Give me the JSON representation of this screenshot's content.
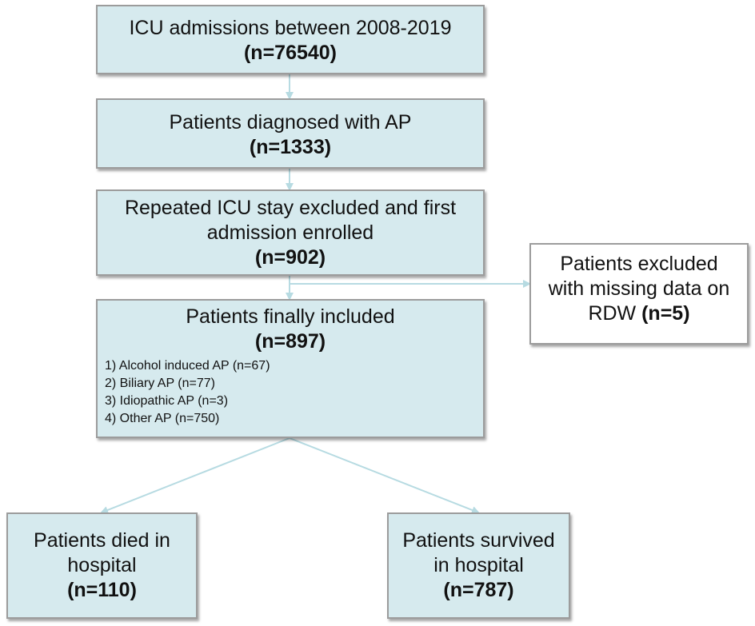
{
  "boxes": {
    "icu_admissions": {
      "text": "ICU admissions between 2008-2019",
      "count": "(n=76540)"
    },
    "diagnosed_ap": {
      "text": "Patients diagnosed with AP",
      "count": "(n=1333)"
    },
    "repeated_excluded": {
      "line1": "Repeated ICU stay excluded and first",
      "line2": "admission enrolled",
      "count": "(n=902)"
    },
    "missing_rdw": {
      "line1": "Patients excluded",
      "line2": "with missing data on",
      "line3_text": "RDW",
      "line3_count": "(n=5)"
    },
    "finally_included": {
      "text": "Patients finally included",
      "count": "(n=897)",
      "items": [
        "1) Alcohol induced AP (n=67)",
        "2) Biliary AP (n=77)",
        "3) Idiopathic AP (n=3)",
        "4) Other AP (n=750)"
      ]
    },
    "died": {
      "line1": "Patients died in",
      "line2": "hospital",
      "count": "(n=110)"
    },
    "survived": {
      "line1": "Patients survived",
      "line2": "in hospital",
      "count": "(n=787)"
    }
  },
  "colors": {
    "box_fill": "#d6eaee",
    "box_border": "#9c9c9c",
    "connector": "#b7dbe2"
  }
}
